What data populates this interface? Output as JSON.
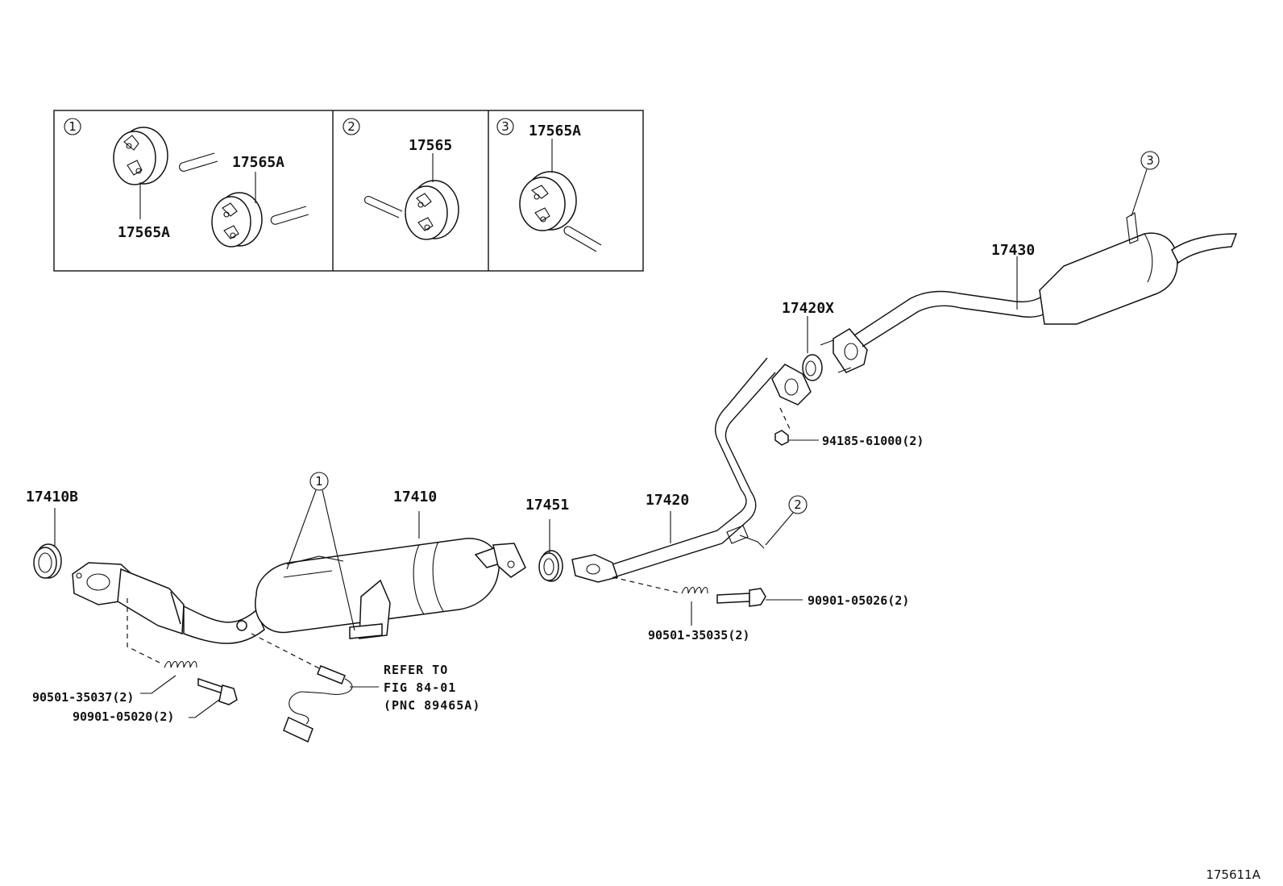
{
  "diagram": {
    "figure_id": "175611A",
    "inset": {
      "panels": [
        {
          "id": "1",
          "labels": [
            "17565A",
            "17565A"
          ]
        },
        {
          "id": "2",
          "labels": [
            "17565"
          ]
        },
        {
          "id": "3",
          "labels": [
            "17565A"
          ]
        }
      ]
    },
    "callouts": {
      "c1": "1",
      "c2": "2",
      "c3": "3"
    },
    "parts": {
      "p17410B": "17410B",
      "p17410": "17410",
      "p17451": "17451",
      "p17420": "17420",
      "p17420X": "17420X",
      "p17430": "17430",
      "p94185": "94185-61000(2)",
      "p90901_05026": "90901-05026(2)",
      "p90501_35035": "90501-35035(2)",
      "p90501_35037": "90501-35037(2)",
      "p90901_05020": "90901-05020(2)"
    },
    "reference_note": [
      "REFER TO",
      "FIG 84-01",
      "(PNC 89465A)"
    ]
  }
}
